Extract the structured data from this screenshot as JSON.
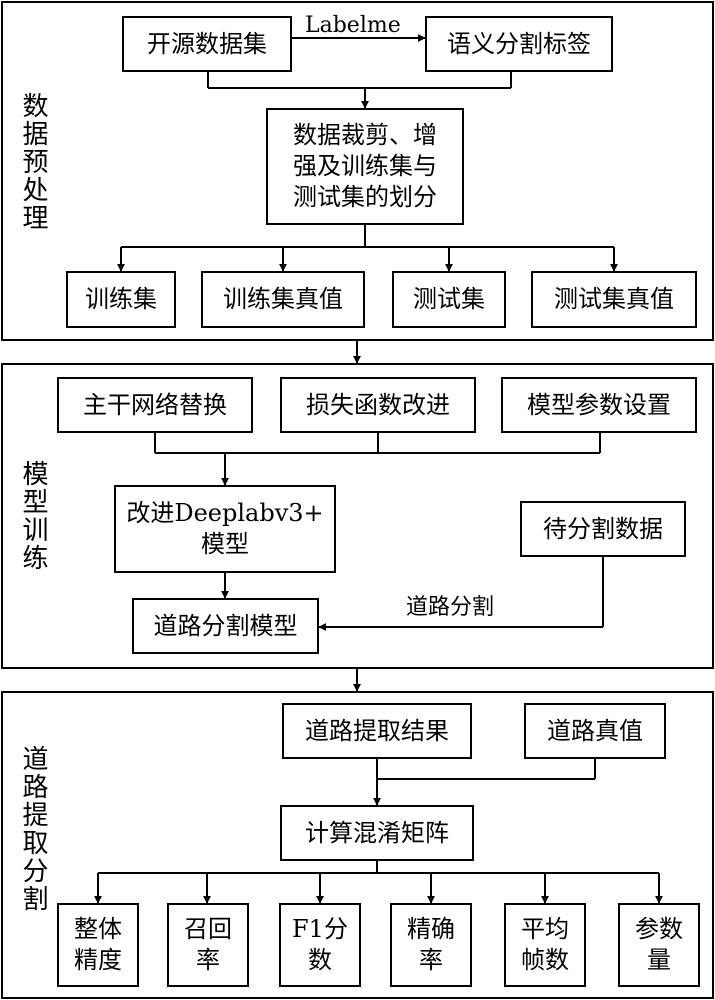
{
  "sections": {
    "preprocess": {
      "label": "数据预处理"
    },
    "training": {
      "label": "模型训练"
    },
    "extraction": {
      "label": "道路提取分割"
    }
  },
  "nodes": {
    "open_dataset": "开源数据集",
    "semantic_labels": "语义分割标签",
    "crop_augment_split": "数据裁剪、增\n强及训练集与\n测试集的划分",
    "train_set": "训练集",
    "train_truth": "训练集真值",
    "test_set": "测试集",
    "test_truth": "测试集真值",
    "backbone": "主干网络替换",
    "loss_improve": "损失函数改进",
    "param_setting": "模型参数设置",
    "improved_model": "改进Deeplabv3+\n模型",
    "to_segment": "待分割数据",
    "road_model": "道路分割模型",
    "extract_result": "道路提取结果",
    "road_truth": "道路真值",
    "confusion": "计算混淆矩阵",
    "overall_acc": "整体\n精度",
    "recall": "召回\n率",
    "f1": "F1分\n数",
    "precision": "精确\n率",
    "fps": "平均\n帧数",
    "params": "参数\n量"
  },
  "edge_labels": {
    "labelme": "Labelme",
    "road_segment": "道路分割"
  }
}
